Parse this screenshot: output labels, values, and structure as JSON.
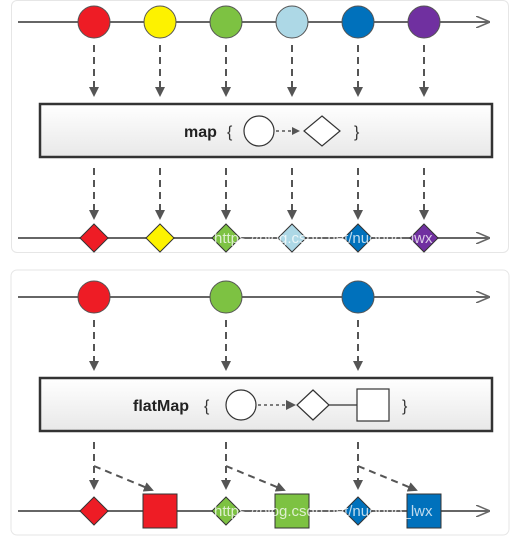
{
  "map_panel": {
    "operator_label": "map",
    "brace_open": "{",
    "brace_close": "}",
    "input_colors": [
      "#ee1c25",
      "#fdf200",
      "#7dc242",
      "#add8e6",
      "#0071bc",
      "#7030a0"
    ],
    "output_colors": [
      "#ee1c25",
      "#fdf200",
      "#7dc242",
      "#add8e6",
      "#0071bc",
      "#7030a0"
    ],
    "watermark": "https://blog.csdn.net/nuonuo_lwx"
  },
  "flatmap_panel": {
    "operator_label": "flatMap",
    "brace_open": "{",
    "brace_close": "}",
    "input_colors": [
      "#ee1c25",
      "#7dc242",
      "#0071bc"
    ],
    "output_colors": [
      "#ee1c25",
      "#7dc242",
      "#0071bc"
    ],
    "watermark": "https://blog.csdn.net/nuonuo_lwx"
  },
  "colors": {
    "line": "#666666",
    "arrow": "#555555",
    "box_border": "#333333",
    "box_fill": "#f0f0f0"
  }
}
